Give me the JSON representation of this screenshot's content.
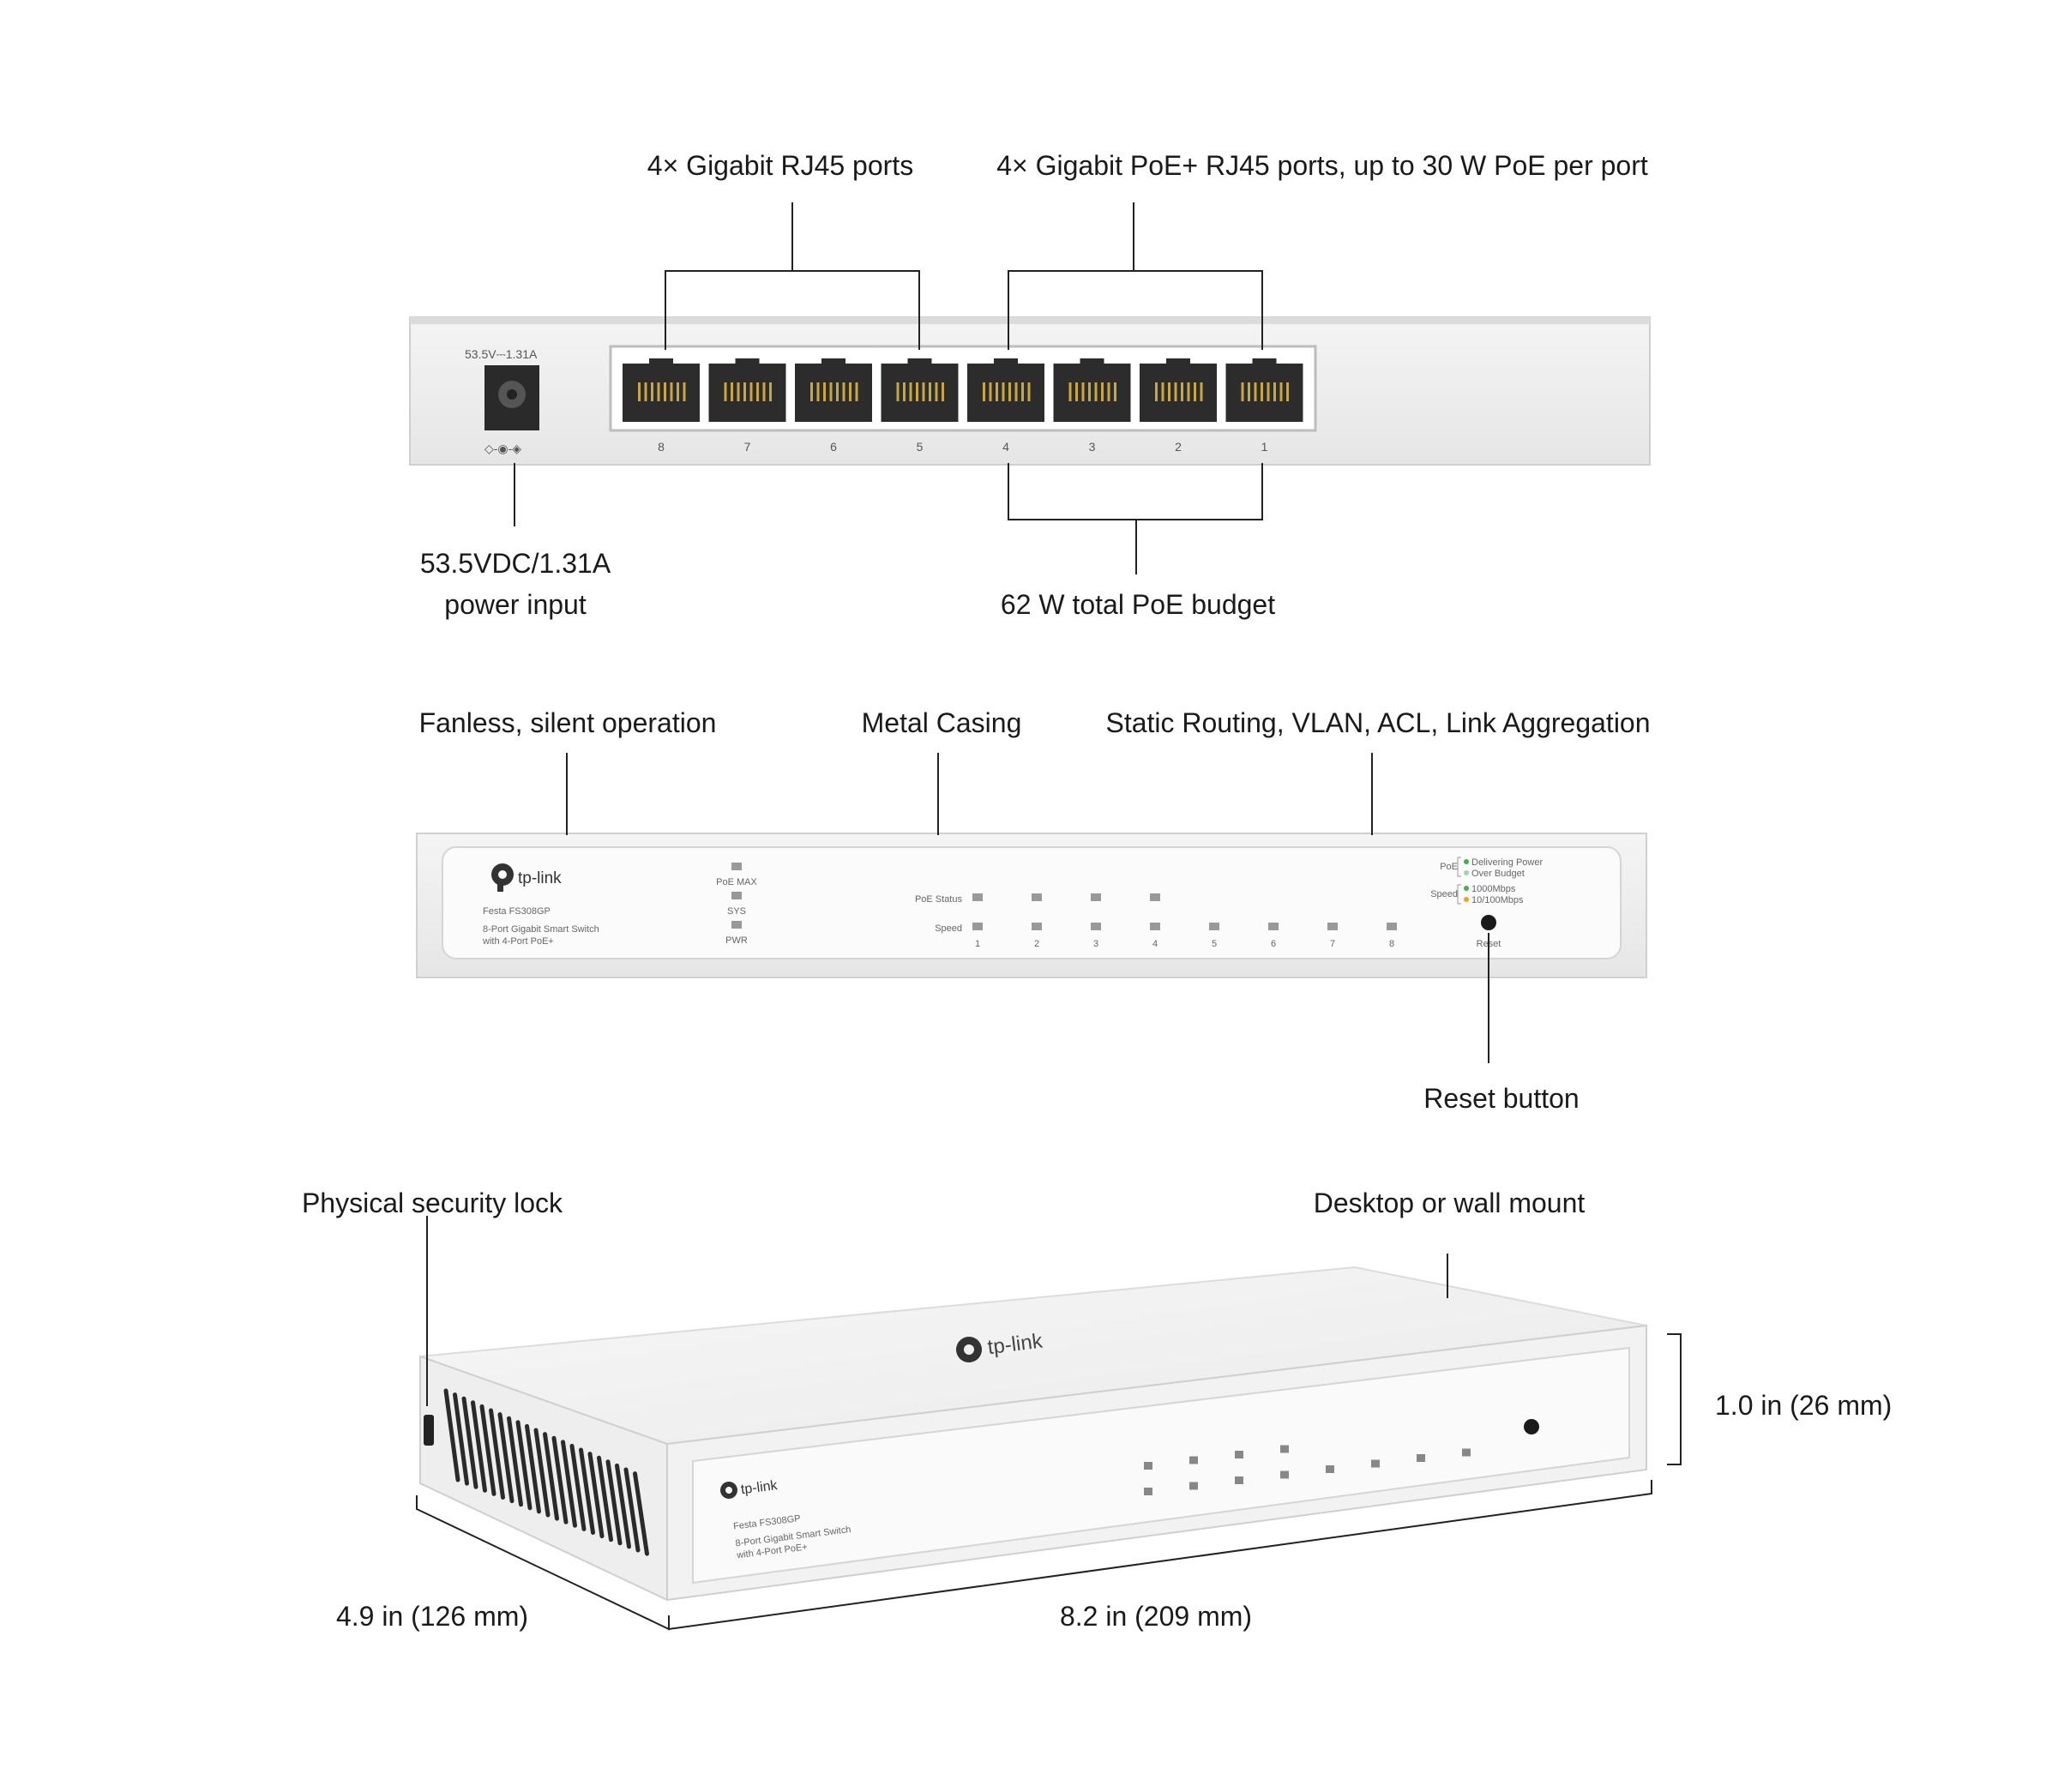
{
  "rear": {
    "label_ports_plain": "4× Gigabit RJ45 ports",
    "label_ports_poe": "4× Gigabit PoE+ RJ45 ports, up to 30 W PoE per port",
    "label_power_line1": "53.5VDC/1.31A",
    "label_power_line2": "power input",
    "label_budget": "62 W total PoE budget",
    "power_rating": "53.5V⎓1.31A",
    "port_numbers": [
      "8",
      "7",
      "6",
      "5",
      "4",
      "3",
      "2",
      "1"
    ]
  },
  "front": {
    "label_fanless": "Fanless, silent operation",
    "label_metal": "Metal Casing",
    "label_features": "Static Routing, VLAN, ACL, Link Aggregation",
    "label_reset": "Reset button",
    "brand": "tp-link",
    "model": "Festa FS308GP",
    "desc_line1": "8-Port Gigabit Smart Switch",
    "desc_line2": "with 4-Port PoE+",
    "led_poe_max": "PoE MAX",
    "led_sys": "SYS",
    "led_pwr": "PWR",
    "poe_status": "PoE Status",
    "speed": "Speed",
    "led_numbers": [
      "1",
      "2",
      "3",
      "4",
      "5",
      "6",
      "7",
      "8"
    ],
    "legend_poe": "PoE",
    "legend_delivering": "Delivering Power",
    "legend_over": "Over Budget",
    "legend_speed": "Speed",
    "legend_1000": "1000Mbps",
    "legend_10100": "10/100Mbps",
    "reset": "Reset",
    "color_green": "#3cb44b",
    "color_amber": "#f0a020"
  },
  "perspective": {
    "label_lock": "Physical security lock",
    "label_mount": "Desktop or wall mount",
    "label_height": "1.0 in (26 mm)",
    "label_depth": "4.9 in (126 mm)",
    "label_width": "8.2 in (209 mm)"
  }
}
